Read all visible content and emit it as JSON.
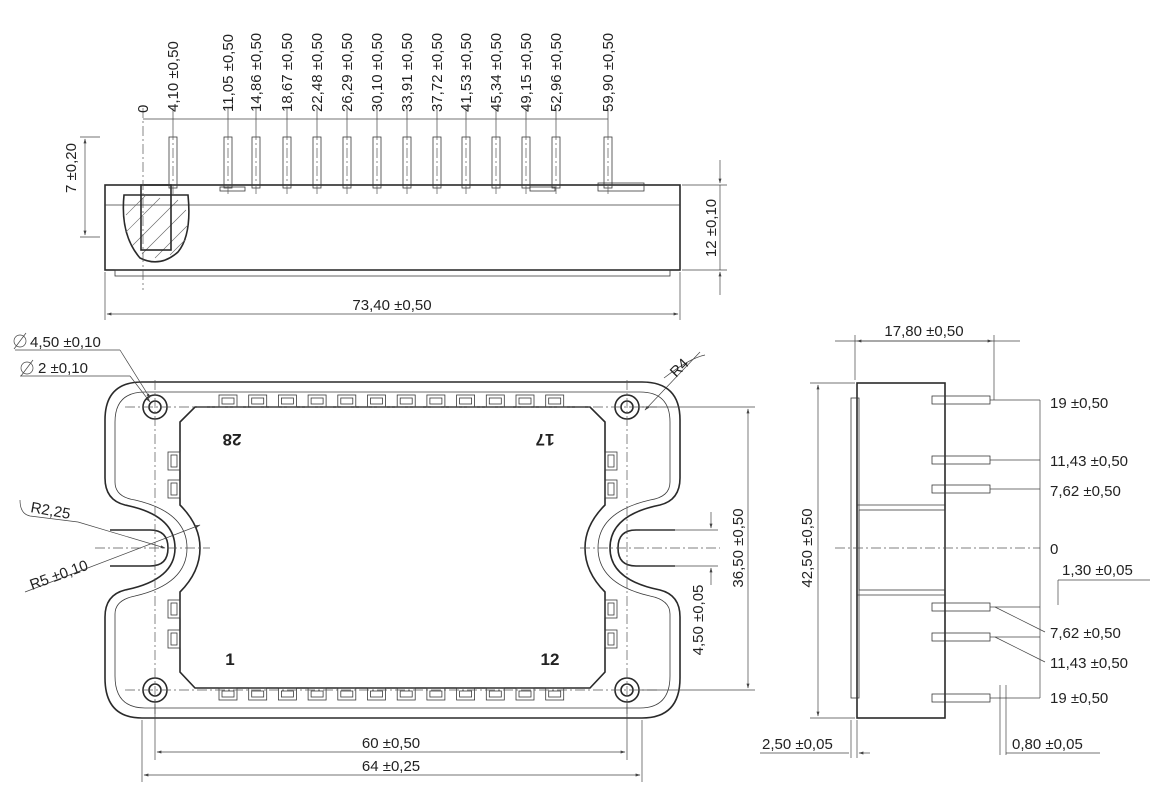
{
  "side_view": {
    "pin_origin": "0",
    "pin_positions": [
      "4,10 ±0,50",
      "11,05 ±0,50",
      "14,86 ±0,50",
      "18,67 ±0,50",
      "22,48 ±0,50",
      "26,29 ±0,50",
      "30,10 ±0,50",
      "33,91 ±0,50",
      "37,72 ±0,50",
      "41,53 ±0,50",
      "45,34 ±0,50",
      "49,15 ±0,50",
      "52,96 ±0,50",
      "59,90 ±0,50"
    ],
    "pin_height": "7 ±0,20",
    "body_height": "12 ±0,10",
    "overall_length": "73,40 ±0,50"
  },
  "top_view": {
    "hole_diameter": "4,50 ±0,10",
    "inner_diameter": "2 ±0,10",
    "corner_radius": "R4",
    "notch_radius": "R2,25",
    "notch_radius_outer": "R5 ±0,10",
    "pin_labels": {
      "top_left": "28",
      "top_right": "17",
      "bottom_left": "1",
      "bottom_right": "12"
    },
    "notch_width": "4,50 ±0,05",
    "hole_spacing_vertical": "36,50 ±0,50",
    "hole_spacing_horizontal": "60 ±0,50",
    "overall_width": "64 ±0,25"
  },
  "end_view": {
    "depth": "17,80 ±0,50",
    "height": "42,50 ±0,50",
    "pin_offsets": [
      "19 ±0,50",
      "11,43 ±0,50",
      "7,62 ±0,50",
      "0",
      "1,30 ±0,05",
      "7,62 ±0,50",
      "11,43 ±0,50",
      "19 ±0,50"
    ],
    "base_offset": "2,50 ±0,05",
    "pin_thickness": "0,80 ±0,05"
  }
}
